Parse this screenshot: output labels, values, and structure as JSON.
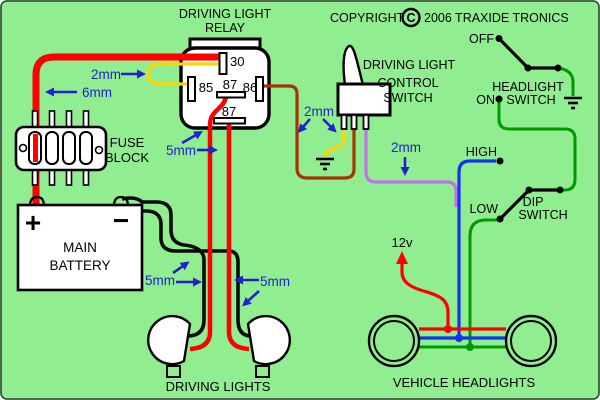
{
  "palette": {
    "background": "#90EE90",
    "wire_red": "#FF0000",
    "wire_yellow": "#FFD700",
    "wire_brown": "#AA3300",
    "wire_purple": "#C273EC",
    "wire_blue": "#1433EE",
    "wire_green": "#009900",
    "wire_black": "#0A0A0A",
    "label_blue": "#2222CC",
    "outline": "#000000",
    "component_fill": "#FFFFFF"
  },
  "title": {
    "line1": "DRIVING LIGHT",
    "line2": "RELAY"
  },
  "copyright": {
    "word": "COPYRIGHT",
    "symbol": "C",
    "year_and_company": "2006 TRAXIDE TRONICS"
  },
  "relay": {
    "t30": "30",
    "t85": "85",
    "t87_mid": "87",
    "t86": "86",
    "t87_bottom": "87"
  },
  "fuse_block": {
    "line1": "FUSE",
    "line2": "BLOCK"
  },
  "battery": {
    "positive": "+",
    "negative": "−",
    "line1": "MAIN",
    "line2": "BATTERY"
  },
  "driving_lights": {
    "label": "DRIVING LIGHTS"
  },
  "vehicle_headlights": {
    "label": "VEHICLE HEADLIGHTS",
    "supply": "12v"
  },
  "control_switch": {
    "line1": "DRIVING LIGHT",
    "line2": "CONTROL",
    "line3": "SWITCH"
  },
  "headlight_switch": {
    "line1": "HEADLIGHT",
    "line2": "SWITCH",
    "off": "OFF",
    "on": "ON"
  },
  "dip_switch": {
    "line1": "DIP",
    "line2": "SWITCH",
    "high": "HIGH",
    "low": "LOW"
  },
  "wire_labels": {
    "two_mm": "2mm",
    "five_mm": "5mm",
    "six_mm": "6mm"
  }
}
